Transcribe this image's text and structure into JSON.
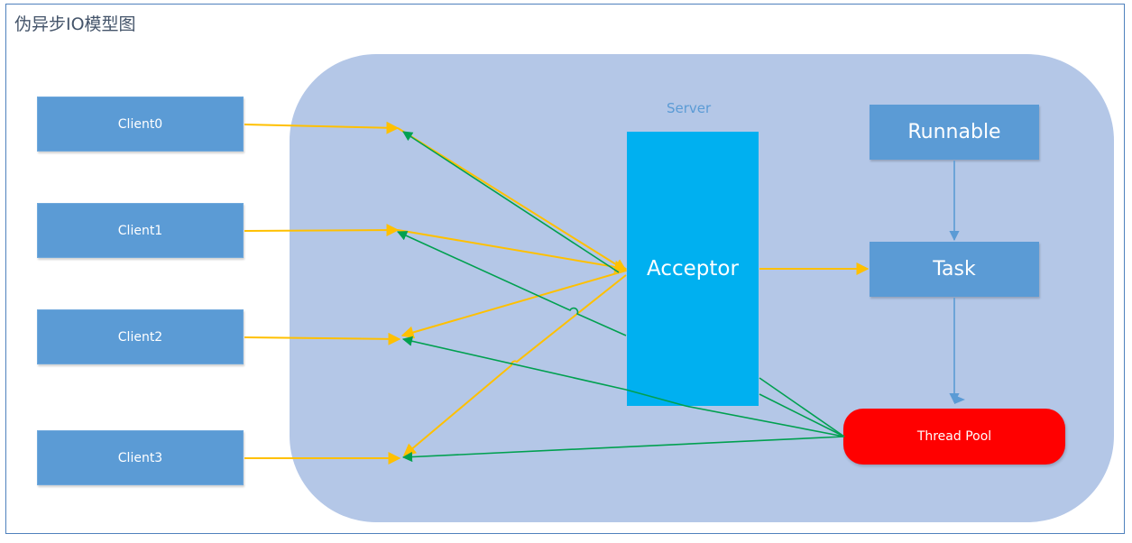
{
  "title": "伪异步IO模型图",
  "server": {
    "label": "Server"
  },
  "clients": [
    "Client0",
    "Client1",
    "Client2",
    "Client3"
  ],
  "acceptor": {
    "label": "Acceptor"
  },
  "runnable": {
    "label": "Runnable"
  },
  "task": {
    "label": "Task"
  },
  "thread_pool": {
    "label": "Thread Pool"
  },
  "colors": {
    "request_arrow": "#ffc000",
    "response_arrow": "#00a050",
    "internal_arrow": "#5b9bd5",
    "client_box": "#5b9bd5",
    "acceptor_box": "#00b0f0",
    "thread_pool_box": "#ff0000",
    "server_bg": "#b4c7e7"
  }
}
